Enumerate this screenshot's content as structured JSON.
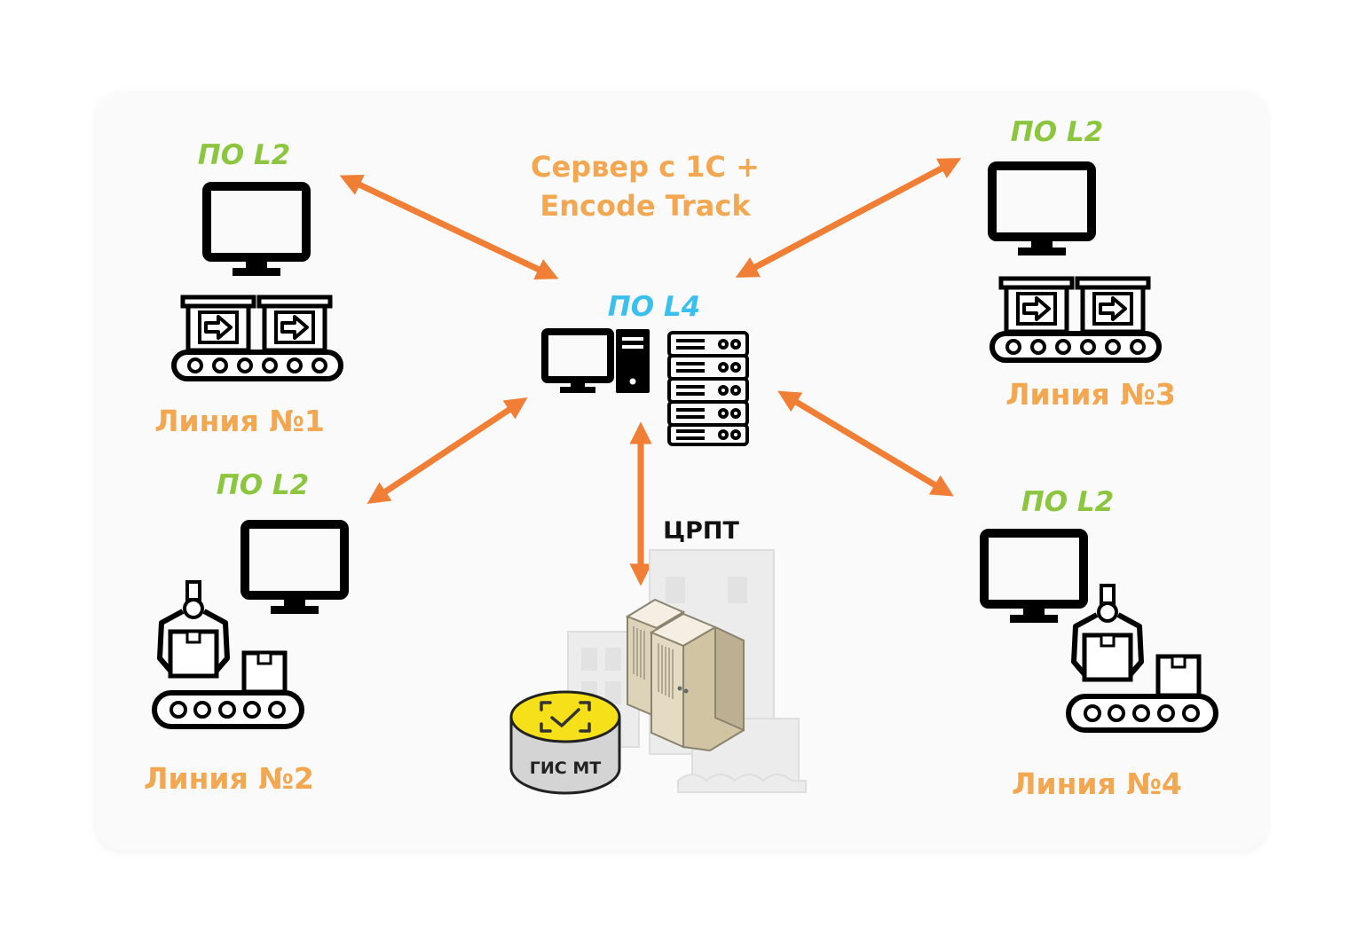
{
  "labels": {
    "server_line1": "Сервер с 1С +",
    "server_line2": "Encode Track",
    "po_l4": "ПО L4",
    "po_l2_1": "ПО L2",
    "po_l2_2": "ПО L2",
    "po_l2_3": "ПО L2",
    "po_l2_4": "ПО L2",
    "line1": "Линия №1",
    "line2": "Линия №2",
    "line3": "Линия №3",
    "line4": "Линия №4",
    "crpt": "ЦРПТ",
    "gis": "ГИС МТ"
  },
  "colors": {
    "arrow": "#f07f35",
    "po_l2": "#8cc63f",
    "po_l4": "#3bbfef",
    "line_label": "#f2a750",
    "gis_disk": "#f5e01a"
  },
  "icons": {
    "monitor": "monitor-icon",
    "desktop_pc": "desktop-pc-icon",
    "server_rack": "server-rack-icon",
    "conveyor": "conveyor-icon",
    "robot_arm": "robot-arm-icon",
    "datacenter": "datacenter-icon",
    "database": "database-icon"
  }
}
